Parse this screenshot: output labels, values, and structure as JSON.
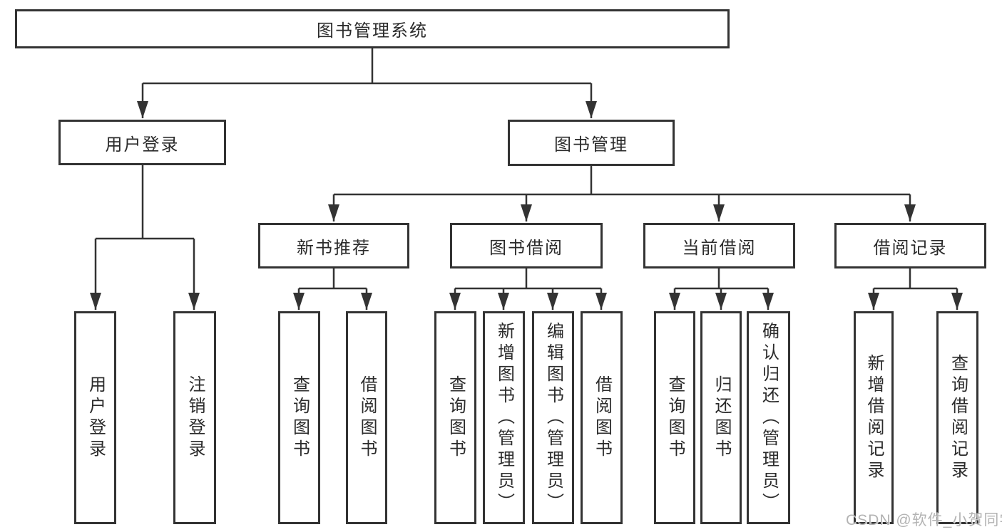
{
  "tree": {
    "root": {
      "label": "图书管理系统"
    },
    "branches": [
      {
        "label": "用户登录",
        "children": [
          {
            "label": "用户登录"
          },
          {
            "label": "注销登录"
          }
        ]
      },
      {
        "label": "图书管理",
        "groups": [
          {
            "label": "新书推荐",
            "children": [
              {
                "label": "查询图书"
              },
              {
                "label": "借阅图书"
              }
            ]
          },
          {
            "label": "图书借阅",
            "children": [
              {
                "label": "查询图书"
              },
              {
                "label": "新增图书（管理员）"
              },
              {
                "label": "编辑图书（管理员）"
              },
              {
                "label": "借阅图书"
              }
            ]
          },
          {
            "label": "当前借阅",
            "children": [
              {
                "label": "查询图书"
              },
              {
                "label": "归还图书"
              },
              {
                "label": "确认归还（管理员）"
              }
            ]
          },
          {
            "label": "借阅记录",
            "children": [
              {
                "label": "新增借阅记录"
              },
              {
                "label": "查询借阅记录"
              }
            ]
          }
        ]
      }
    ]
  },
  "watermark": {
    "text": "CSDN @软件_小贺同学"
  },
  "colors": {
    "line": "#333333",
    "text": "#2b2b2b",
    "background": "#ffffff",
    "watermark": "#b3b3b3"
  }
}
